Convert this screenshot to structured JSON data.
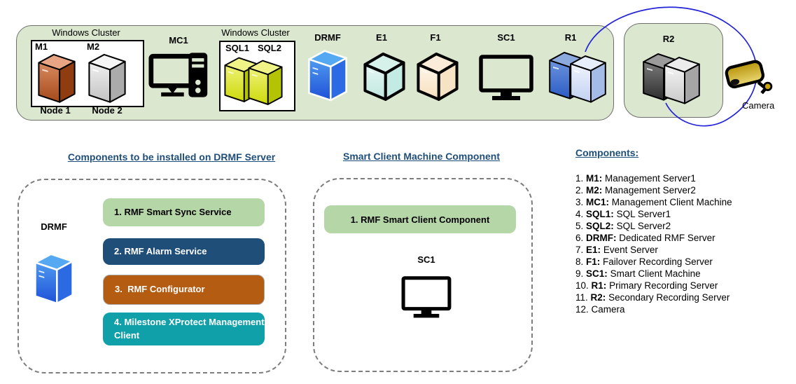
{
  "top_row": {
    "cluster1": {
      "title": "Windows Cluster",
      "server1": "M1",
      "server2": "M2",
      "caption1": "Node 1",
      "caption2": "Node 2"
    },
    "mc1_label": "MC1",
    "cluster2": {
      "title": "Windows Cluster",
      "server1": "SQL1",
      "server2": "SQL2"
    },
    "drmf_label": "DRMF",
    "e1_label": "E1",
    "f1_label": "F1",
    "sc1_label": "SC1",
    "r1_label": "R1",
    "r2_label": "R2",
    "camera_label": "Camera"
  },
  "drmf_panel": {
    "heading": "Components to be installed on DRMF Server",
    "server_label": "DRMF",
    "items": [
      {
        "label": "1. RMF Smart Sync Service",
        "color": "#b5d6a6",
        "text_color": "#000000"
      },
      {
        "label": "2. RMF Alarm Service",
        "color": "#1f4e79",
        "text_color": "#ffffff"
      },
      {
        "label": "3.  RMF Configurator",
        "color": "#b35c12",
        "text_color": "#ffffff"
      },
      {
        "label": "4. Milestone XProtect Management Client",
        "color": "#0fa0aa",
        "text_color": "#ffffff"
      }
    ]
  },
  "sc_panel": {
    "heading": "Smart Client Machine Component",
    "item": {
      "label": "1. RMF Smart Client Component",
      "color": "#b5d6a6",
      "text_color": "#000000"
    },
    "machine_label": "SC1"
  },
  "legend": {
    "heading": "Components:",
    "items": [
      {
        "num": "1.",
        "code": "M1:",
        "desc": "Management Server1"
      },
      {
        "num": "2.",
        "code": "M2:",
        "desc": "Management Server2"
      },
      {
        "num": "3.",
        "code": "MC1:",
        "desc": "Management Client Machine"
      },
      {
        "num": "4.",
        "code": "SQL1:",
        "desc": "SQL Server1"
      },
      {
        "num": "5.",
        "code": "SQL2:",
        "desc": "SQL Server2"
      },
      {
        "num": "6.",
        "code": "DRMF:",
        "desc": "Dedicated RMF Server"
      },
      {
        "num": "7.",
        "code": "E1:",
        "desc": "Event Server"
      },
      {
        "num": "8.",
        "code": "F1:",
        "desc": "Failover Recording Server"
      },
      {
        "num": "9.",
        "code": "SC1:",
        "desc": "Smart Client Machine"
      },
      {
        "num": "10.",
        "code": "R1:",
        "desc": "Primary Recording Server"
      },
      {
        "num": "11.",
        "code": "R2:",
        "desc": "Secondary Recording Server"
      },
      {
        "num": "12.",
        "code": "",
        "desc": "Camera"
      }
    ]
  },
  "colors": {
    "heading_blue": "#1f4e79",
    "panel_green": "#dbe7cf",
    "arc_blue": "#2323d8",
    "button_green": "#b5d6a6",
    "button_navy": "#1f4e79",
    "button_brown": "#b35c12",
    "button_teal": "#0fa0aa"
  }
}
